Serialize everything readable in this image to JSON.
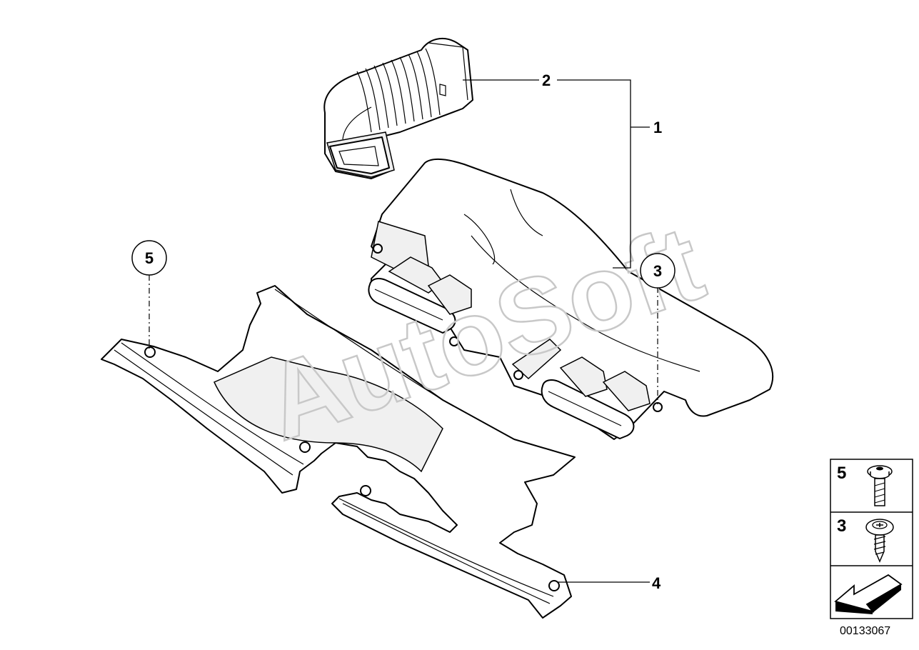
{
  "diagram": {
    "watermark": "AutoSoft",
    "diagram_id": "00133067",
    "callouts": {
      "part1": "1",
      "part2": "2",
      "part3": "3",
      "part4": "4",
      "part5": "5"
    },
    "circled_refs": {
      "screw5": "5",
      "screw3": "3"
    },
    "legend": {
      "item5": "5",
      "item3": "3"
    }
  }
}
